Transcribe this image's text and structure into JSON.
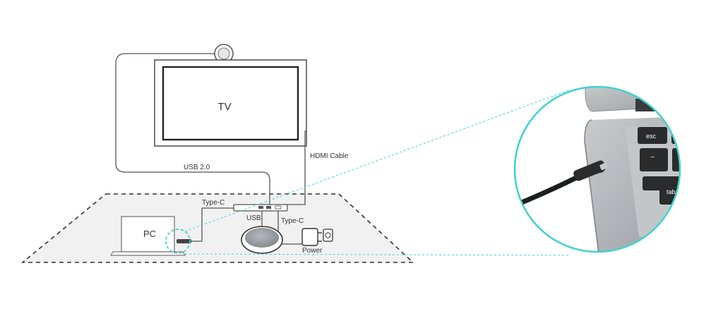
{
  "labels": {
    "tv": "TV",
    "pc": "PC",
    "usb2": "USB 2.0",
    "hdmi": "HDMI Cable",
    "typec_top": "Type-C",
    "usb": "USB",
    "typec_bottom": "Type-C",
    "power": "Power",
    "key_esc": "esc",
    "key_tab": "tab",
    "key_tilde": "~"
  },
  "colors": {
    "line": "#555555",
    "accent": "#3fd3cc",
    "speaker_top": "#9ea2a6",
    "laptop_silver": "#aeb1b4",
    "key_black": "#2a2b2d"
  },
  "icons": [
    "camera-icon",
    "tv-icon",
    "laptop-icon",
    "hub-icon",
    "speakerphone-icon",
    "power-adapter-icon",
    "wall-socket-icon",
    "usb-c-plug-icon"
  ]
}
